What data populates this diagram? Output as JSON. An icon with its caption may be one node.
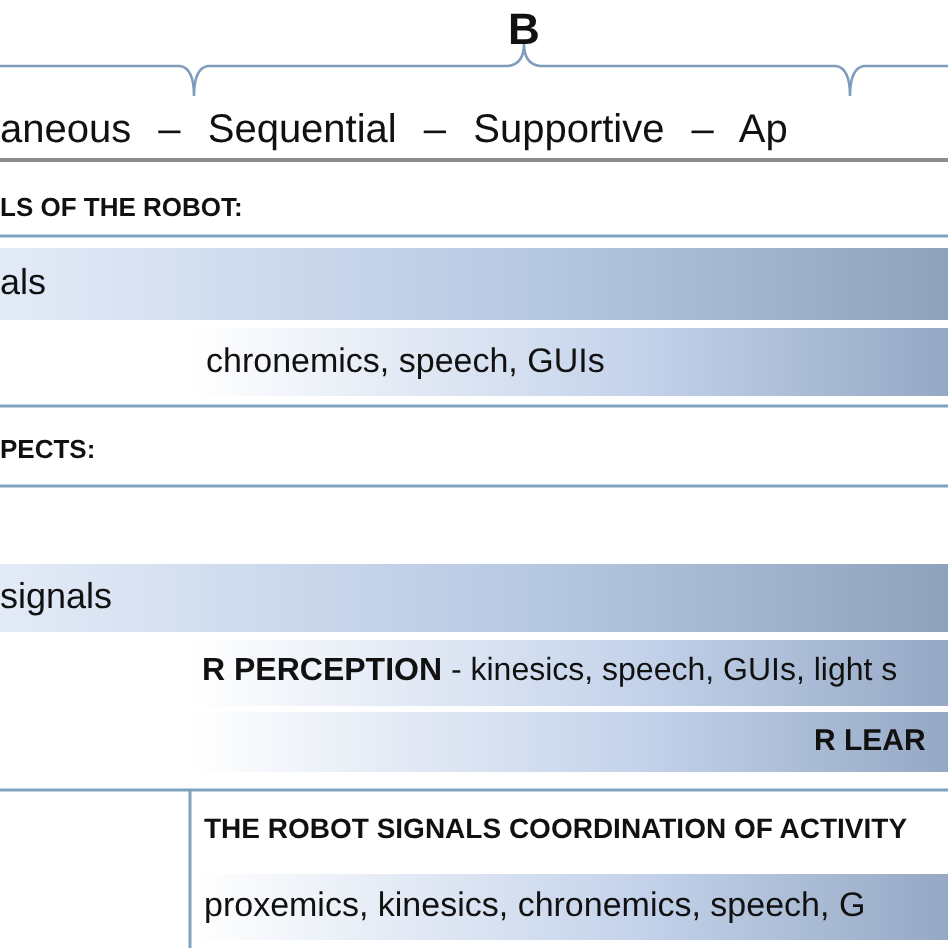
{
  "diagram": {
    "nodes": [
      {
        "text": [
          "als"
        ]
      },
      {
        "text": [
          "chronemics, speech, GUIs"
        ]
      },
      {
        "text": [
          "signals"
        ]
      },
      {
        "text": [
          "**R PERCEPTION** - kinesics, speech, GUIs, light s"
        ]
      },
      {
        "text": [
          "R LEAR"
        ]
      },
      {
        "text": [
          "THE ROBOT SIGNALS COORDINATION OF ACTIVITY"
        ]
      },
      {
        "text": [
          "proxemics, kinesics, chronemics, speech, G"
        ],
        "in": 5
      }
    ],
    "edges": [],
    "labels": [
      "B",
      "aneous – Sequential – Supportive – Ap",
      "LS OF THE ROBOT:",
      "PECTS:"
    ]
  }
}
